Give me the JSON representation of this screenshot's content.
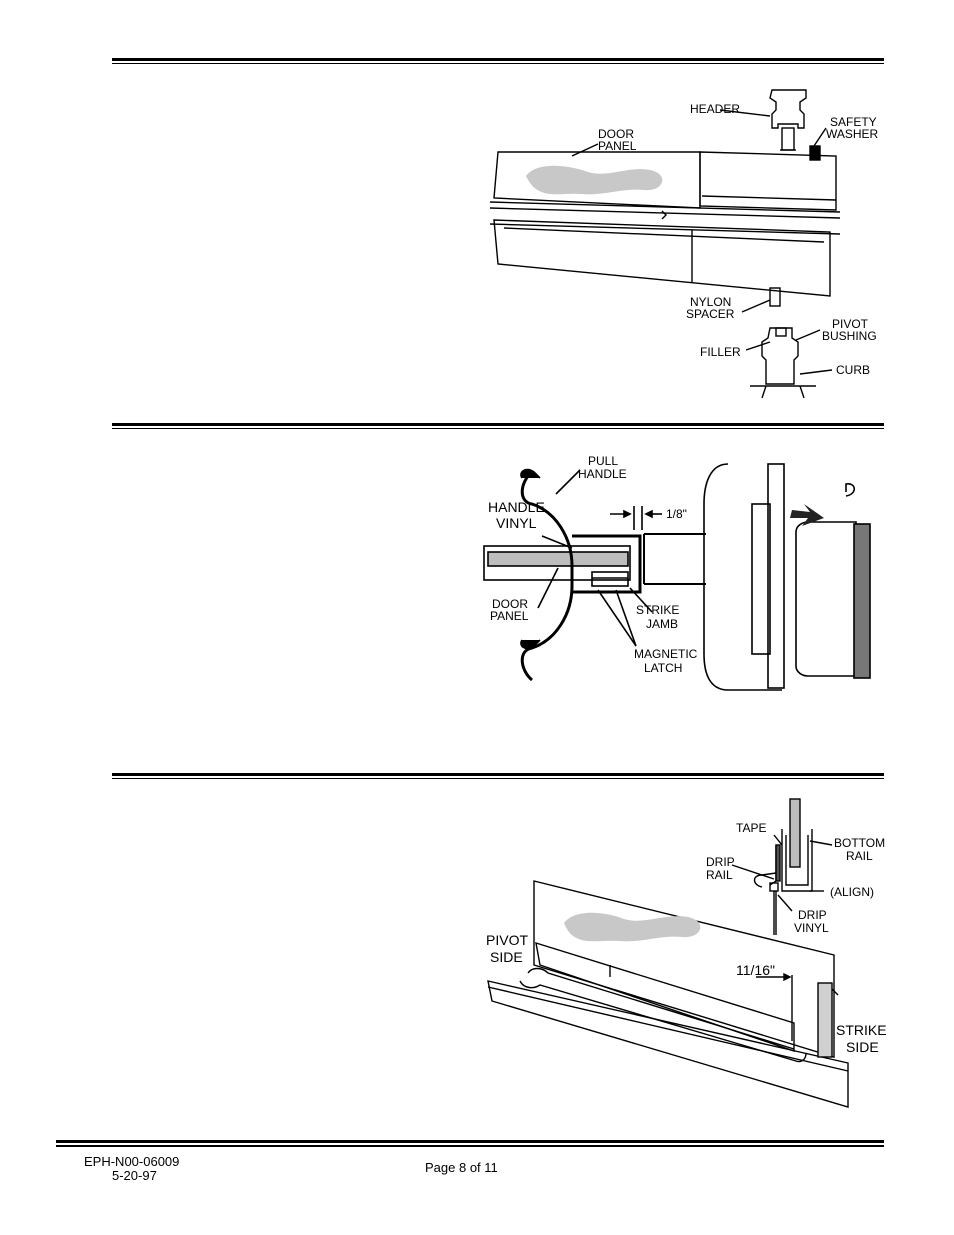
{
  "figure1": {
    "labels": {
      "header": "HEADER",
      "safety1": "SAFETY",
      "safety2": "WASHER",
      "door1": "DOOR",
      "door2": "PANEL",
      "nylon1": "NYLON",
      "nylon2": "SPACER",
      "pivot1": "PIVOT",
      "pivot2": "BUSHING",
      "filler": "FILLER",
      "curb": "CURB"
    }
  },
  "figure2": {
    "labels": {
      "pull1": "PULL",
      "pull2": "HANDLE",
      "hv1": "HANDLE",
      "hv2": "VINYL",
      "gap": "1/8\"",
      "dp1": "DOOR",
      "dp2": "PANEL",
      "sj1": "STRIKE",
      "sj2": "JAMB",
      "ml1": "MAGNETIC",
      "ml2": "LATCH"
    }
  },
  "figure3": {
    "labels": {
      "tape": "TAPE",
      "br1": "BOTTOM",
      "br2": "RAIL",
      "dr1": "DRIP",
      "dr2": "RAIL",
      "align": "(ALIGN)",
      "dv1": "DRIP",
      "dv2": "VINYL",
      "ps1": "PIVOT",
      "ps2": "SIDE",
      "dim": "11/16\"",
      "ss1": "STRIKE",
      "ss2": "SIDE"
    }
  },
  "footer": {
    "doc_number": "EPH-N00-06009",
    "date": "5-20-97",
    "page": "Page 8 of 11"
  }
}
